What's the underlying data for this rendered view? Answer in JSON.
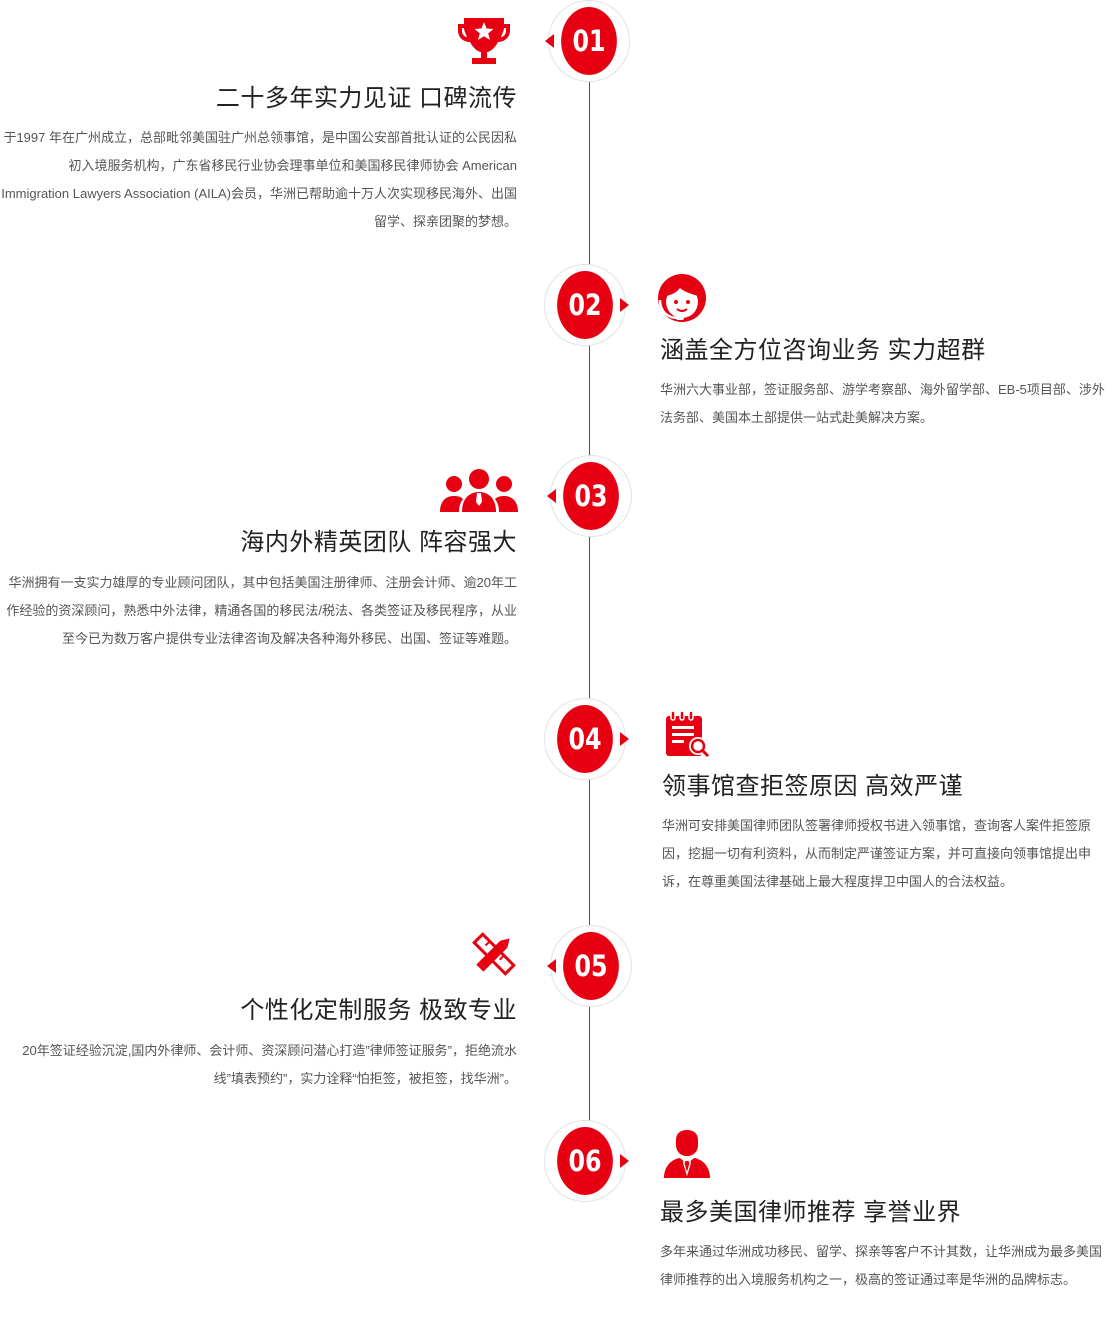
{
  "accent_color": "#e60012",
  "items": [
    {
      "number": "01",
      "icon": "trophy-icon",
      "title": "二十多年实力见证 口碑流传",
      "description": "于1997 年在广州成立，总部毗邻美国驻广州总领事馆，是中国公安部首批认证的公民因私初入境服务机构，广东省移民行业协会理事单位和美国移民律师协会 American Immigration Lawyers Association (AILA)会员，华洲已帮助逾十万人次实现移民海外、出国留学、探亲团聚的梦想。"
    },
    {
      "number": "02",
      "icon": "customer-service-icon",
      "title": "涵盖全方位咨询业务 实力超群",
      "description": "华洲六大事业部，签证服务部、游学考察部、海外留学部、EB-5项目部、涉外法务部、美国本土部提供一站式赴美解决方案。"
    },
    {
      "number": "03",
      "icon": "team-icon",
      "title": "海内外精英团队 阵容强大",
      "description": "华洲拥有一支实力雄厚的专业顾问团队，其中包括美国注册律师、注册会计师、逾20年工作经验的资深顾问，熟悉中外法律，精通各国的移民法/税法、各类签证及移民程序，从业至今已为数万客户提供专业法律咨询及解决各种海外移民、出国、签证等难题。"
    },
    {
      "number": "04",
      "icon": "document-search-icon",
      "title": "领事馆查拒签原因 高效严谨",
      "description": "华洲可安排美国律师团队签署律师授权书进入领事馆，查询客人案件拒签原因，挖掘一切有利资料，从而制定严谨签证方案，并可直接向领事馆提出申诉，在尊重美国法律基础上最大程度捍卫中国人的合法权益。"
    },
    {
      "number": "05",
      "icon": "pencil-ruler-icon",
      "title": "个性化定制服务 极致专业",
      "description": "20年签证经验沉淀,国内外律师、会计师、资深顾问潜心打造”律师签证服务”，拒绝流水线”填表预约”，实力诠释“怕拒签，被拒签，找华洲”。"
    },
    {
      "number": "06",
      "icon": "lawyer-icon",
      "title": "最多美国律师推荐 享誉业界",
      "description": "多年来通过华洲成功移民、留学、探亲等客户不计其数，让华洲成为最多美国律师推荐的出入境服务机构之一，极高的签证通过率是华洲的品牌标志。"
    }
  ]
}
